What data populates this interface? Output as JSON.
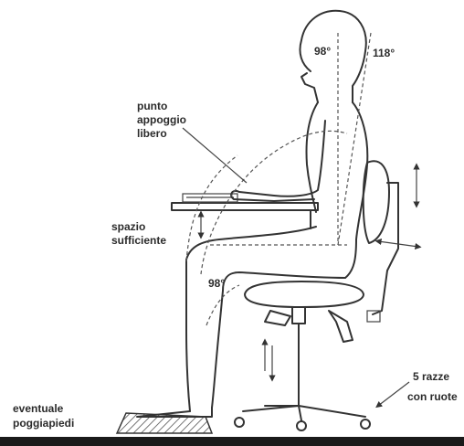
{
  "labels": {
    "angle_back": "98°",
    "angle_recline": "118°",
    "angle_knee": "98°",
    "support_line1": "punto",
    "support_line2": "appoggio",
    "support_line3": "libero",
    "space_line1": "spazio",
    "space_line2": "sufficiente",
    "footrest_line1": "eventuale",
    "footrest_line2": "poggiapiedi",
    "base_line1": "5 razze",
    "base_line2": "con ruote"
  },
  "colors": {
    "ink": "#333333",
    "floor": "#1a1a1a",
    "background": "#ffffff"
  }
}
